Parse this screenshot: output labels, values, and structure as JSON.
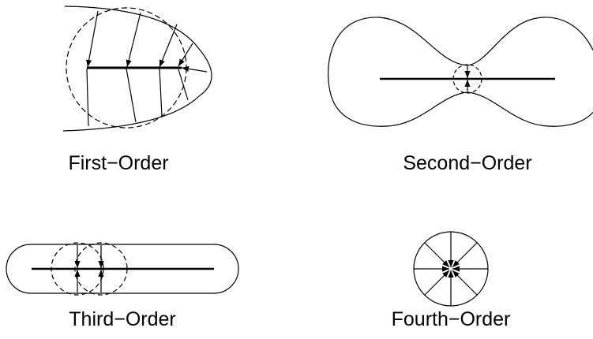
{
  "panels": [
    {
      "id": "first",
      "label": "First−Order"
    },
    {
      "id": "second",
      "label": "Second−Order"
    },
    {
      "id": "third",
      "label": "Third−Order"
    },
    {
      "id": "fourth",
      "label": "Fourth−Order"
    }
  ],
  "colors": {
    "stroke": "#000000",
    "background": "#ffffff"
  }
}
